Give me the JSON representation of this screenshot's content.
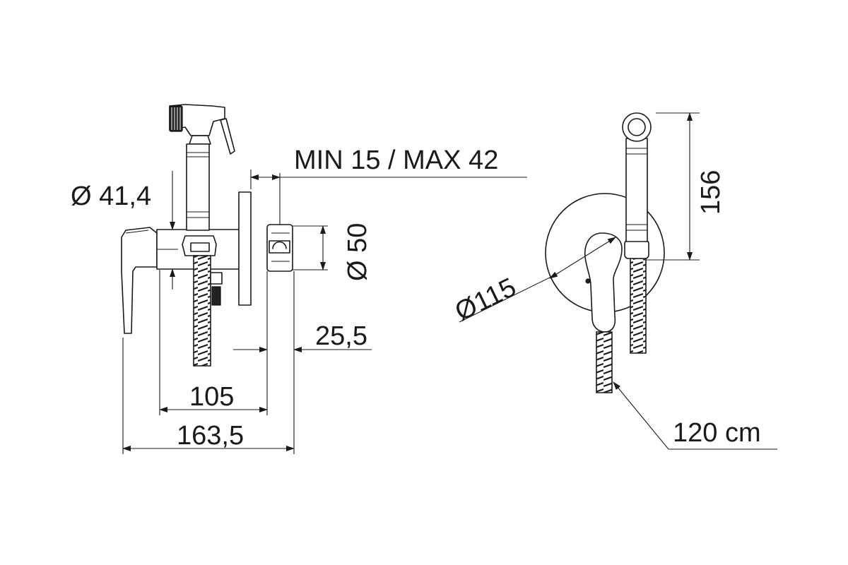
{
  "colors": {
    "line": "#1a1a1a",
    "background": "#ffffff"
  },
  "dimensions": {
    "diameter_41_4": "Ø 41,4",
    "min_max": "MIN 15 / MAX 42",
    "diameter_50": "Ø 50",
    "d25_5": "25,5",
    "d105": "105",
    "d163_5": "163,5",
    "diameter_115": "Ø115",
    "d156": "156",
    "hose_length": "120 cm"
  }
}
